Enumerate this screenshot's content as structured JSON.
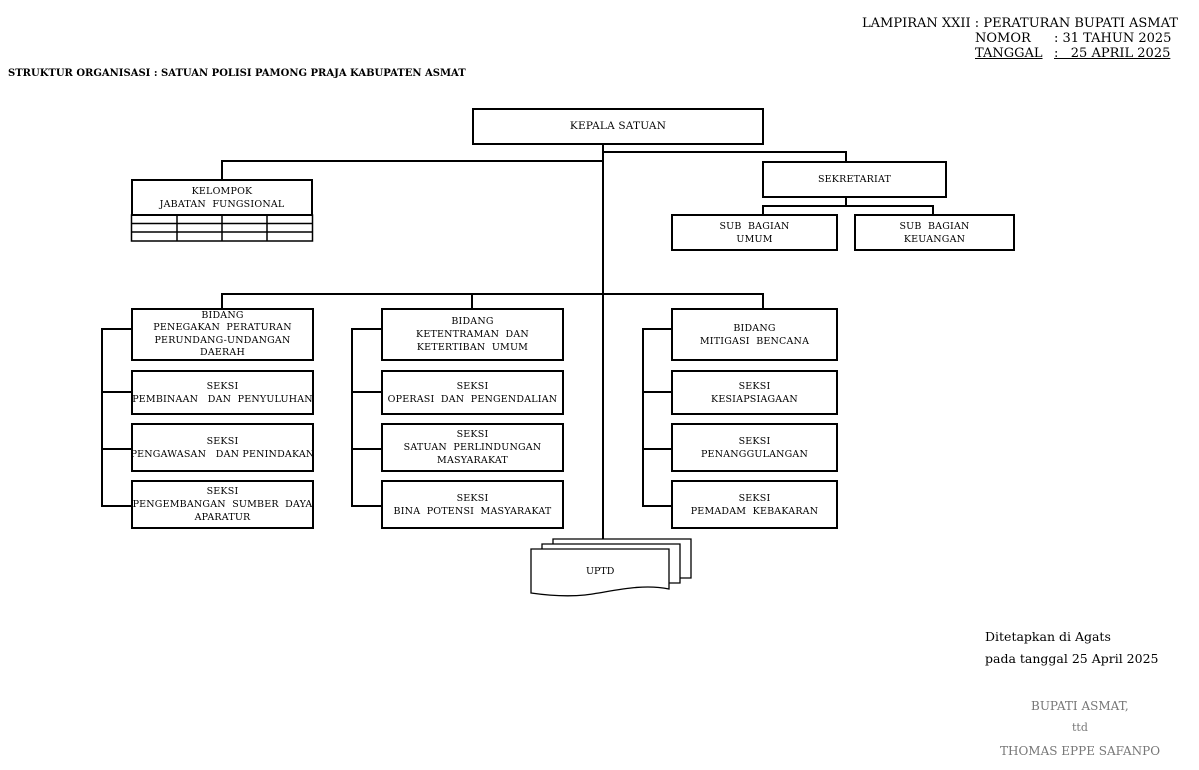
{
  "header": {
    "lampiran": "LAMPIRAN XXII : PERATURAN BUPATI ASMAT",
    "nomor_label": "NOMOR",
    "nomor_value": ": 31 TAHUN 2025",
    "tanggal_label": "TANGGAL",
    "tanggal_value": ":   25 APRIL 2025"
  },
  "title": "STRUKTUR ORGANISASI : SATUAN POLISI PAMONG PRAJA KABUPATEN ASMAT",
  "nodes": {
    "kepala": [
      "KEPALA SATUAN"
    ],
    "kelompok": [
      "KELOMPOK",
      "JABATAN  FUNGSIONAL"
    ],
    "sekretariat": [
      "SEKRETARIAT"
    ],
    "sub_umum": [
      "SUB  BAGIAN",
      "UMUM"
    ],
    "sub_keuangan": [
      "SUB  BAGIAN",
      "KEUANGAN"
    ],
    "bidang1": [
      "BIDANG",
      "PENEGAKAN  PERATURAN",
      "PERUNDANG-UNDANGAN",
      "DAERAH"
    ],
    "b1_seksi1": [
      "SEKSI",
      "PEMBINAAN   DAN  PENYULUHAN"
    ],
    "b1_seksi2": [
      "SEKSI",
      "PENGAWASAN   DAN PENINDAKAN"
    ],
    "b1_seksi3": [
      "SEKSI",
      "PENGEMBANGAN  SUMBER  DAYA",
      "APARATUR"
    ],
    "bidang2": [
      "BIDANG",
      "KETENTRAMAN  DAN",
      "KETERTIBAN  UMUM"
    ],
    "b2_seksi1": [
      "SEKSI",
      "OPERASI  DAN  PENGENDALIAN"
    ],
    "b2_seksi2": [
      "SEKSI",
      "SATUAN  PERLINDUNGAN",
      "MASYARAKAT"
    ],
    "b2_seksi3": [
      "SEKSI",
      "BINA  POTENSI  MASYARAKAT"
    ],
    "bidang3": [
      "BIDANG",
      "MITIGASI  BENCANA"
    ],
    "b3_seksi1": [
      "SEKSI",
      "KESIAPSIAGAAN"
    ],
    "b3_seksi2": [
      "SEKSI",
      "PENANGGULANGAN"
    ],
    "b3_seksi3": [
      "SEKSI",
      "PEMADAM  KEBAKARAN"
    ],
    "uptd": [
      "UPTD"
    ]
  },
  "signature": {
    "place": "Ditetapkan di Agats",
    "date": "pada tanggal 25 April 2025",
    "office": "BUPATI ASMAT,",
    "ttd": "ttd",
    "name": "THOMAS EPPE SAFANPO"
  }
}
